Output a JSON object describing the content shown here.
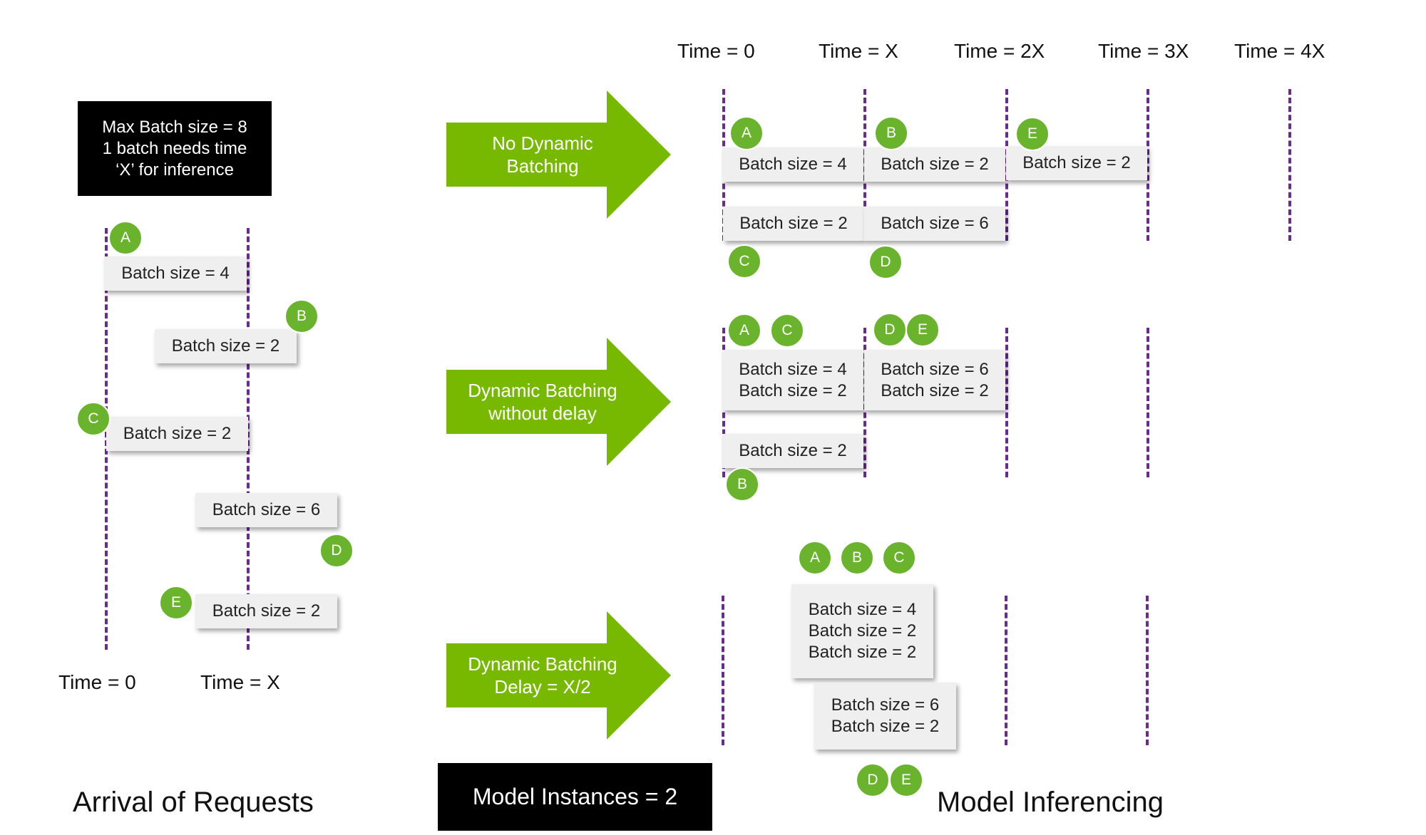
{
  "info_box": {
    "line1": "Max Batch size = 8",
    "line2": "1 batch needs time",
    "line3": "‘X’ for inference"
  },
  "left": {
    "time_labels": [
      "Time = 0",
      "Time = X"
    ],
    "requests": [
      {
        "id": "A",
        "label": "Batch size = 4"
      },
      {
        "id": "B",
        "label": "Batch size = 2"
      },
      {
        "id": "C",
        "label": "Batch size = 2"
      },
      {
        "id": "D",
        "label": "Batch size = 6"
      },
      {
        "id": "E",
        "label": "Batch size = 2"
      }
    ],
    "title": "Arrival of Requests"
  },
  "arrows": {
    "no_dynamic": {
      "line1": "No Dynamic",
      "line2": "Batching"
    },
    "no_delay": {
      "line1": "Dynamic Batching",
      "line2": "without delay"
    },
    "delay": {
      "line1": "Dynamic Batching",
      "line2": "Delay = X/2"
    }
  },
  "right": {
    "time_labels": [
      "Time = 0",
      "Time = X",
      "Time = 2X",
      "Time = 3X",
      "Time = 4X"
    ],
    "row1": {
      "A": "A",
      "B": "B",
      "C": "C",
      "D": "D",
      "E": "E",
      "b1": "Batch size = 4",
      "b2": "Batch size = 2",
      "b3": "Batch size = 2",
      "b4": "Batch size = 2",
      "b5": "Batch size = 6"
    },
    "row2": {
      "A": "A",
      "B": "B",
      "C": "C",
      "D": "D",
      "E": "E",
      "b1a": "Batch size = 4",
      "b1b": "Batch size = 2",
      "b2a": "Batch size = 6",
      "b2b": "Batch size = 2",
      "b3": "Batch size = 2"
    },
    "row3": {
      "A": "A",
      "B": "B",
      "C": "C",
      "D": "D",
      "E": "E",
      "b1a": "Batch size = 4",
      "b1b": "Batch size = 2",
      "b1c": "Batch size = 2",
      "b2a": "Batch size = 6",
      "b2b": "Batch size = 2"
    },
    "title": "Model Inferencing"
  },
  "instances_box": "Model Instances = 2",
  "colors": {
    "green": "#6ab42d",
    "arrow_green": "#76b900",
    "dash_purple": "#6a2b8f",
    "box_grey": "#efefef"
  }
}
